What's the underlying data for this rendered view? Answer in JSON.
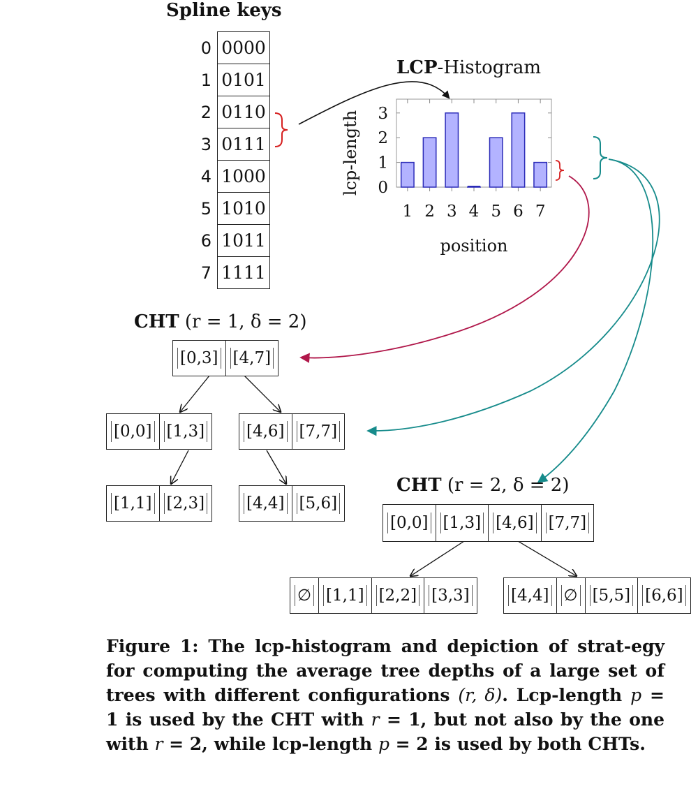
{
  "spline": {
    "title": "Spline keys",
    "rows": [
      {
        "idx": "0",
        "key": "0000"
      },
      {
        "idx": "1",
        "key": "0101"
      },
      {
        "idx": "2",
        "key": "0110"
      },
      {
        "idx": "3",
        "key": "0111"
      },
      {
        "idx": "4",
        "key": "1000"
      },
      {
        "idx": "5",
        "key": "1010"
      },
      {
        "idx": "6",
        "key": "1011"
      },
      {
        "idx": "7",
        "key": "1111"
      }
    ]
  },
  "histogram": {
    "title_bold": "LCP",
    "title_rest": "-Histogram",
    "ylabel": "lcp-length",
    "xlabel": "position",
    "yticks": [
      "0",
      "1",
      "2",
      "3"
    ],
    "xticks": [
      "1",
      "2",
      "3",
      "4",
      "5",
      "6",
      "7"
    ],
    "positions": [
      1,
      2,
      3,
      4,
      5,
      6,
      7
    ],
    "values": [
      1,
      2,
      3,
      0,
      2,
      3,
      1
    ],
    "ylim": [
      0,
      3
    ],
    "bar_color": "#b3b3ff",
    "bar_stroke": "#2b2bb8"
  },
  "cht1": {
    "title_bold": "CHT",
    "title_rest": " (r = 1, δ = 2)",
    "root": [
      "[0,3]",
      "[4,7]"
    ],
    "level1_left": [
      "[0,0]",
      "[1,3]"
    ],
    "level1_right": [
      "[4,6]",
      "[7,7]"
    ],
    "level2_left": [
      "[1,1]",
      "[2,3]"
    ],
    "level2_right": [
      "[4,4]",
      "[5,6]"
    ]
  },
  "cht2": {
    "title_bold": "CHT",
    "title_rest": " (r = 2, δ = 2)",
    "root": [
      "[0,0]",
      "[1,3]",
      "[4,6]",
      "[7,7]"
    ],
    "child_left": [
      "∅",
      "[1,1]",
      "[2,2]",
      "[3,3]"
    ],
    "child_right": [
      "[4,4]",
      "∅",
      "[5,5]",
      "[6,6]"
    ]
  },
  "colors": {
    "red_arrow": "#b0174a",
    "teal_arrow": "#168b8b",
    "red_brace": "#d62020",
    "teal_brace": "#168b8b"
  },
  "caption": {
    "p1": "Figure 1: The lcp-histogram and depiction of strat-egy for computing the average tree depths of a large set of trees with different configurations ",
    "p1_math": "(r, δ)",
    "p2": ". Lcp-length ",
    "p2_math": "p",
    "p3": " = 1 is used by the CHT with ",
    "p3_math": "r",
    "p4": " = 1, but not also by the one with ",
    "p4_math": "r",
    "p5": " = 2, while lcp-length ",
    "p5_math": "p",
    "p6": " = 2 is used by both CHTs."
  }
}
